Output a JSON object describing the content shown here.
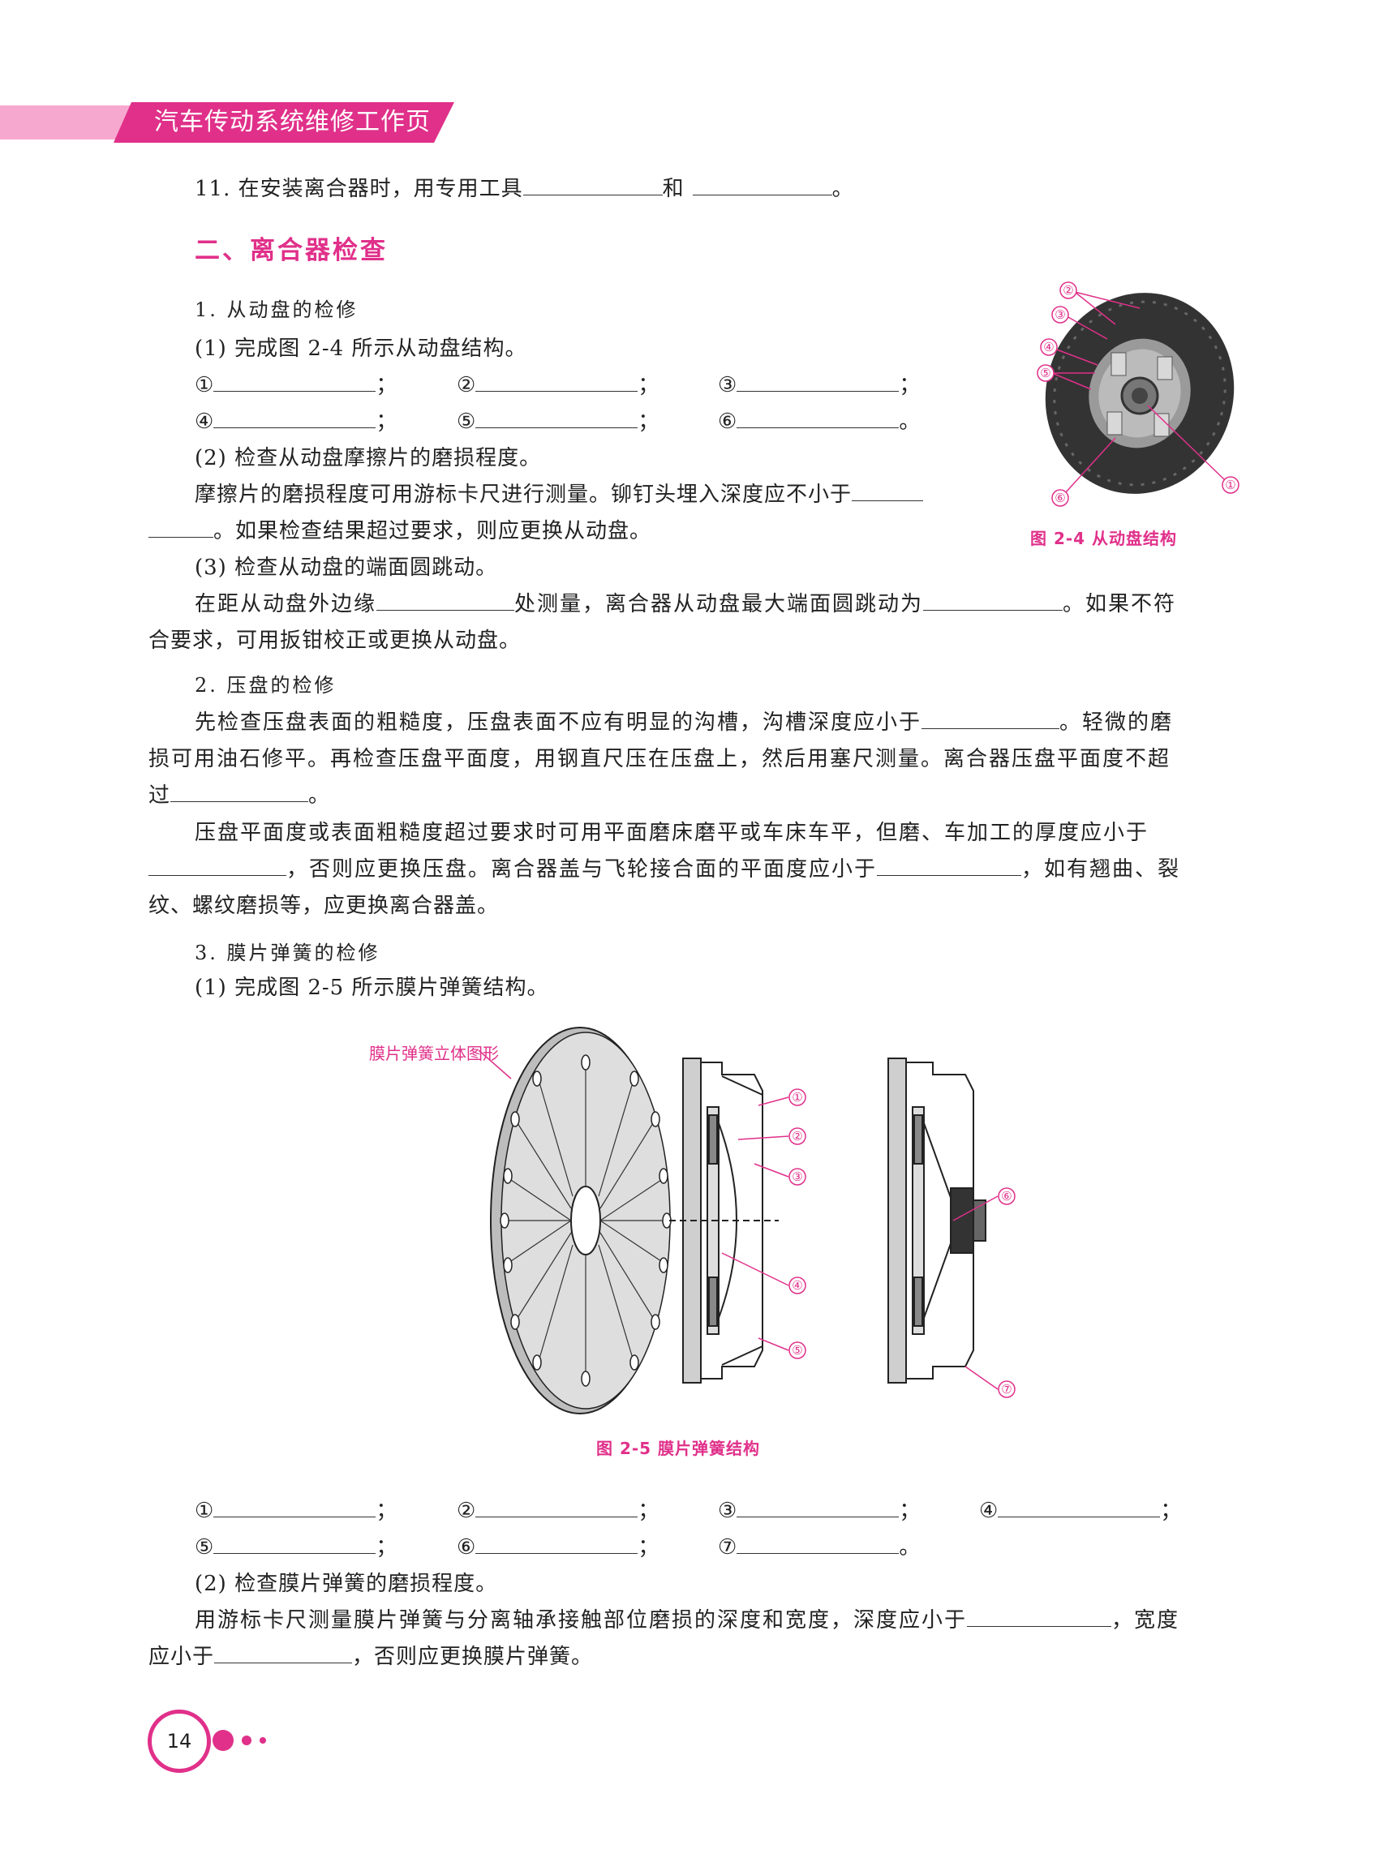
{
  "header": {
    "title": "汽车传动系统维修工作页"
  },
  "q11": {
    "text_a": "11. 在安装离合器时，用专用工具",
    "text_b": "和",
    "text_c": "。"
  },
  "section2": {
    "title": "二、离合器检查"
  },
  "s1": {
    "title": "1. 从动盘的检修",
    "q1": "(1) 完成图 2-4 所示从动盘结构。",
    "blanks": {
      "n1": "①",
      "n2": "②",
      "n3": "③",
      "n4": "④",
      "n5": "⑤",
      "n6": "⑥",
      "sep": "；",
      "end": "。"
    },
    "q2": "(2) 检查从动盘摩擦片的磨损程度。",
    "p2_a": "摩擦片的磨损程度可用游标卡尺进行测量。铆钉头埋入深度应不小于",
    "p2_b": "。如果检查结果超过要求，则应更换从动盘。",
    "q3": "(3) 检查从动盘的端面圆跳动。",
    "p3_a": "在距从动盘外边缘",
    "p3_b": "处测量，离合器从动盘最大端面圆跳动为",
    "p3_c": "。如果不符",
    "p3_d": "合要求，可用扳钳校正或更换从动盘。"
  },
  "fig24": {
    "caption": "图 2-4   从动盘结构",
    "labels": [
      "①",
      "②",
      "③",
      "④",
      "⑤",
      "⑥"
    ]
  },
  "s2": {
    "title": "2. 压盘的检修",
    "p1_a": "先检查压盘表面的粗糙度，压盘表面不应有明显的沟槽，沟槽深度应小于",
    "p1_b": "。轻微的磨",
    "p1_c": "损可用油石修平。再检查压盘平面度，用钢直尺压在压盘上，然后用塞尺测量。离合器压盘平面度不超",
    "p1_d": "过",
    "p1_e": "。",
    "p2_a": "压盘平面度或表面粗糙度超过要求时可用平面磨床磨平或车床车平，但磨、车加工的厚度应小于",
    "p2_b": "，否则应更换压盘。离合器盖与飞轮接合面的平面度应小于",
    "p2_c": "，如有翘曲、裂",
    "p2_d": "纹、螺纹磨损等，应更换离合器盖。"
  },
  "s3": {
    "title": "3. 膜片弹簧的检修",
    "q1": "(1) 完成图 2-5 所示膜片弹簧结构。",
    "q2": "(2) 检查膜片弹簧的磨损程度。",
    "p2_a": "用游标卡尺测量膜片弹簧与分离轴承接触部位磨损的深度和宽度，深度应小于",
    "p2_b": "，宽度",
    "p2_c": "应小于",
    "p2_d": "，否则应更换膜片弹簧。",
    "blanks": {
      "n7": "⑦"
    }
  },
  "fig25": {
    "caption": "图 2-5   膜片弹簧结构",
    "label_3d": "膜片弹簧立体图形",
    "labels": [
      "①",
      "②",
      "③",
      "④",
      "⑤",
      "⑥",
      "⑦"
    ]
  },
  "footer": {
    "page": "14"
  },
  "colors": {
    "accent": "#e0308a",
    "banner_light": "#f7a8cf"
  }
}
